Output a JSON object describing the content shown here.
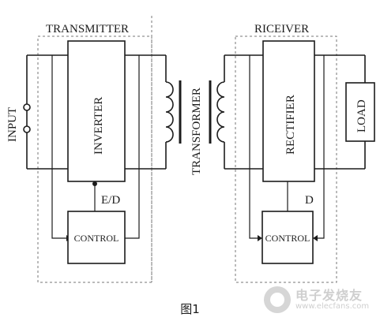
{
  "labels": {
    "transmitter": "TRANSMITTER",
    "receiver": "RICEIVER",
    "input": "INPUT",
    "inverter": "INVERTER",
    "transformer": "TRANSFORMER",
    "rectifier": "RECTIFIER",
    "load": "LOAD",
    "control_tx": "CONTROL",
    "control_rx": "CONTROL",
    "ed_signal": "E/D",
    "d_signal": "D"
  },
  "caption": "图1",
  "watermark": {
    "name": "电子发烧友",
    "url": "www.elecfans.com"
  }
}
